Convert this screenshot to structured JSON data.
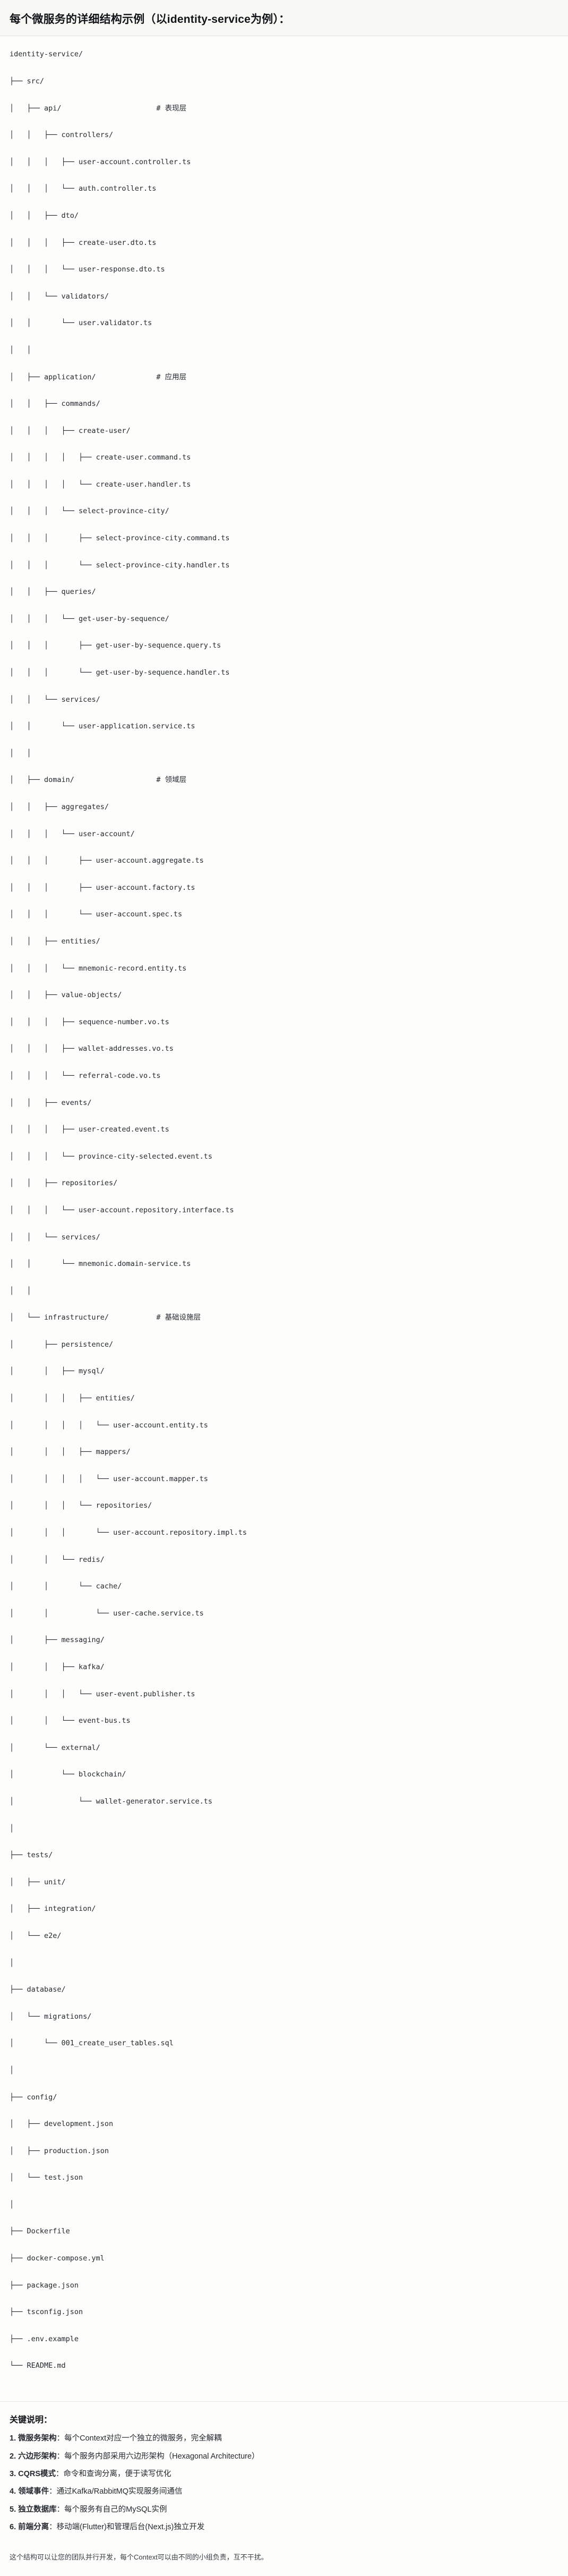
{
  "header": {
    "title": "每个微服务的详细结构示例（以identity-service为例）："
  },
  "tree": {
    "root": "identity-service/",
    "lines": [
      {
        "prefix": "",
        "name": "identity-service/",
        "comment": ""
      },
      {
        "prefix": "├── ",
        "name": "src/",
        "comment": ""
      },
      {
        "prefix": "│   ├── ",
        "name": "api/",
        "comment": "# 表现层"
      },
      {
        "prefix": "│   │   ├── ",
        "name": "controllers/",
        "comment": ""
      },
      {
        "prefix": "│   │   │   ├── ",
        "name": "user-account.controller.ts",
        "comment": ""
      },
      {
        "prefix": "│   │   │   └── ",
        "name": "auth.controller.ts",
        "comment": ""
      },
      {
        "prefix": "│   │   ├── ",
        "name": "dto/",
        "comment": ""
      },
      {
        "prefix": "│   │   │   ├── ",
        "name": "create-user.dto.ts",
        "comment": ""
      },
      {
        "prefix": "│   │   │   └── ",
        "name": "user-response.dto.ts",
        "comment": ""
      },
      {
        "prefix": "│   │   └── ",
        "name": "validators/",
        "comment": ""
      },
      {
        "prefix": "│   │       └── ",
        "name": "user.validator.ts",
        "comment": ""
      },
      {
        "prefix": "│   │",
        "name": "",
        "comment": ""
      },
      {
        "prefix": "│   ├── ",
        "name": "application/",
        "comment": "# 应用层"
      },
      {
        "prefix": "│   │   ├── ",
        "name": "commands/",
        "comment": ""
      },
      {
        "prefix": "│   │   │   ├── ",
        "name": "create-user/",
        "comment": ""
      },
      {
        "prefix": "│   │   │   │   ├── ",
        "name": "create-user.command.ts",
        "comment": ""
      },
      {
        "prefix": "│   │   │   │   └── ",
        "name": "create-user.handler.ts",
        "comment": ""
      },
      {
        "prefix": "│   │   │   └── ",
        "name": "select-province-city/",
        "comment": ""
      },
      {
        "prefix": "│   │   │       ├── ",
        "name": "select-province-city.command.ts",
        "comment": ""
      },
      {
        "prefix": "│   │   │       └── ",
        "name": "select-province-city.handler.ts",
        "comment": ""
      },
      {
        "prefix": "│   │   ├── ",
        "name": "queries/",
        "comment": ""
      },
      {
        "prefix": "│   │   │   └── ",
        "name": "get-user-by-sequence/",
        "comment": ""
      },
      {
        "prefix": "│   │   │       ├── ",
        "name": "get-user-by-sequence.query.ts",
        "comment": ""
      },
      {
        "prefix": "│   │   │       └── ",
        "name": "get-user-by-sequence.handler.ts",
        "comment": ""
      },
      {
        "prefix": "│   │   └── ",
        "name": "services/",
        "comment": ""
      },
      {
        "prefix": "│   │       └── ",
        "name": "user-application.service.ts",
        "comment": ""
      },
      {
        "prefix": "│   │",
        "name": "",
        "comment": ""
      },
      {
        "prefix": "│   ├── ",
        "name": "domain/",
        "comment": "# 领域层"
      },
      {
        "prefix": "│   │   ├── ",
        "name": "aggregates/",
        "comment": ""
      },
      {
        "prefix": "│   │   │   └── ",
        "name": "user-account/",
        "comment": ""
      },
      {
        "prefix": "│   │   │       ├── ",
        "name": "user-account.aggregate.ts",
        "comment": ""
      },
      {
        "prefix": "│   │   │       ├── ",
        "name": "user-account.factory.ts",
        "comment": ""
      },
      {
        "prefix": "│   │   │       └── ",
        "name": "user-account.spec.ts",
        "comment": ""
      },
      {
        "prefix": "│   │   ├── ",
        "name": "entities/",
        "comment": ""
      },
      {
        "prefix": "│   │   │   └── ",
        "name": "mnemonic-record.entity.ts",
        "comment": ""
      },
      {
        "prefix": "│   │   ├── ",
        "name": "value-objects/",
        "comment": ""
      },
      {
        "prefix": "│   │   │   ├── ",
        "name": "sequence-number.vo.ts",
        "comment": ""
      },
      {
        "prefix": "│   │   │   ├── ",
        "name": "wallet-addresses.vo.ts",
        "comment": ""
      },
      {
        "prefix": "│   │   │   └── ",
        "name": "referral-code.vo.ts",
        "comment": ""
      },
      {
        "prefix": "│   │   ├── ",
        "name": "events/",
        "comment": ""
      },
      {
        "prefix": "│   │   │   ├── ",
        "name": "user-created.event.ts",
        "comment": ""
      },
      {
        "prefix": "│   │   │   └── ",
        "name": "province-city-selected.event.ts",
        "comment": ""
      },
      {
        "prefix": "│   │   ├── ",
        "name": "repositories/",
        "comment": ""
      },
      {
        "prefix": "│   │   │   └── ",
        "name": "user-account.repository.interface.ts",
        "comment": ""
      },
      {
        "prefix": "│   │   └── ",
        "name": "services/",
        "comment": ""
      },
      {
        "prefix": "│   │       └── ",
        "name": "mnemonic.domain-service.ts",
        "comment": ""
      },
      {
        "prefix": "│   │",
        "name": "",
        "comment": ""
      },
      {
        "prefix": "│   └── ",
        "name": "infrastructure/",
        "comment": "# 基础设施层"
      },
      {
        "prefix": "│       ├── ",
        "name": "persistence/",
        "comment": ""
      },
      {
        "prefix": "│       │   ├── ",
        "name": "mysql/",
        "comment": ""
      },
      {
        "prefix": "│       │   │   ├── ",
        "name": "entities/",
        "comment": ""
      },
      {
        "prefix": "│       │   │   │   └── ",
        "name": "user-account.entity.ts",
        "comment": ""
      },
      {
        "prefix": "│       │   │   ├── ",
        "name": "mappers/",
        "comment": ""
      },
      {
        "prefix": "│       │   │   │   └── ",
        "name": "user-account.mapper.ts",
        "comment": ""
      },
      {
        "prefix": "│       │   │   └── ",
        "name": "repositories/",
        "comment": ""
      },
      {
        "prefix": "│       │   │       └── ",
        "name": "user-account.repository.impl.ts",
        "comment": ""
      },
      {
        "prefix": "│       │   └── ",
        "name": "redis/",
        "comment": ""
      },
      {
        "prefix": "│       │       └── ",
        "name": "cache/",
        "comment": ""
      },
      {
        "prefix": "│       │           └── ",
        "name": "user-cache.service.ts",
        "comment": ""
      },
      {
        "prefix": "│       ├── ",
        "name": "messaging/",
        "comment": ""
      },
      {
        "prefix": "│       │   ├── ",
        "name": "kafka/",
        "comment": ""
      },
      {
        "prefix": "│       │   │   └── ",
        "name": "user-event.publisher.ts",
        "comment": ""
      },
      {
        "prefix": "│       │   └── ",
        "name": "event-bus.ts",
        "comment": ""
      },
      {
        "prefix": "│       └── ",
        "name": "external/",
        "comment": ""
      },
      {
        "prefix": "│           └── ",
        "name": "blockchain/",
        "comment": ""
      },
      {
        "prefix": "│               └── ",
        "name": "wallet-generator.service.ts",
        "comment": ""
      },
      {
        "prefix": "│",
        "name": "",
        "comment": ""
      },
      {
        "prefix": "├── ",
        "name": "tests/",
        "comment": ""
      },
      {
        "prefix": "│   ├── ",
        "name": "unit/",
        "comment": ""
      },
      {
        "prefix": "│   ├── ",
        "name": "integration/",
        "comment": ""
      },
      {
        "prefix": "│   └── ",
        "name": "e2e/",
        "comment": ""
      },
      {
        "prefix": "│",
        "name": "",
        "comment": ""
      },
      {
        "prefix": "├── ",
        "name": "database/",
        "comment": ""
      },
      {
        "prefix": "│   └── ",
        "name": "migrations/",
        "comment": ""
      },
      {
        "prefix": "│       └── ",
        "name": "001_create_user_tables.sql",
        "comment": ""
      },
      {
        "prefix": "│",
        "name": "",
        "comment": ""
      },
      {
        "prefix": "├── ",
        "name": "config/",
        "comment": ""
      },
      {
        "prefix": "│   ├── ",
        "name": "development.json",
        "comment": ""
      },
      {
        "prefix": "│   ├── ",
        "name": "production.json",
        "comment": ""
      },
      {
        "prefix": "│   └── ",
        "name": "test.json",
        "comment": ""
      },
      {
        "prefix": "│",
        "name": "",
        "comment": ""
      },
      {
        "prefix": "├── ",
        "name": "Dockerfile",
        "comment": ""
      },
      {
        "prefix": "├── ",
        "name": "docker-compose.yml",
        "comment": ""
      },
      {
        "prefix": "├── ",
        "name": "package.json",
        "comment": ""
      },
      {
        "prefix": "├── ",
        "name": "tsconfig.json",
        "comment": ""
      },
      {
        "prefix": "├── ",
        "name": ".env.example",
        "comment": ""
      },
      {
        "prefix": "└── ",
        "name": "README.md",
        "comment": ""
      }
    ]
  },
  "notes": {
    "title": "关键说明：",
    "items": [
      {
        "index": "1.",
        "term": "微服务架构",
        "body": "：每个Context对应一个独立的微服务，完全解耦"
      },
      {
        "index": "2.",
        "term": "六边形架构",
        "body": "：每个服务内部采用六边形架构（Hexagonal Architecture）"
      },
      {
        "index": "3.",
        "term": "CQRS模式",
        "body": "：命令和查询分离，便于读写优化"
      },
      {
        "index": "4.",
        "term": "领域事件",
        "body": "：通过Kafka/RabbitMQ实现服务间通信"
      },
      {
        "index": "5.",
        "term": "独立数据库",
        "body": "：每个服务有自己的MySQL实例"
      },
      {
        "index": "6.",
        "term": "前端分离",
        "body": "：移动端(Flutter)和管理后台(Next.js)独立开发"
      }
    ]
  },
  "footer": {
    "text": "这个结构可以让您的团队并行开发，每个Context可以由不同的小组负责，互不干扰。"
  },
  "colors": {
    "page_background": "#fdfdfc",
    "header_background": "#f8f8f5",
    "text": "#24292f",
    "divider": "#e4e4e0"
  }
}
